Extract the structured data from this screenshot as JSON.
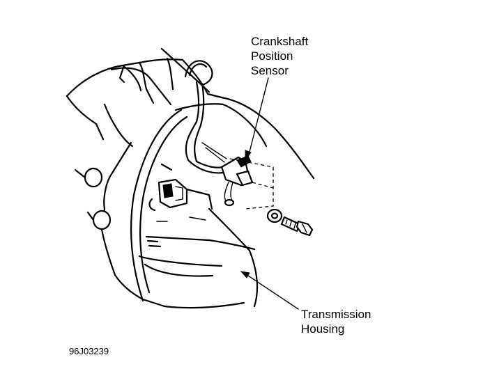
{
  "labels": {
    "crankshaft_line1": "Crankshaft",
    "crankshaft_line2": "Position",
    "crankshaft_line3": "Sensor",
    "transmission_line1": "Transmission",
    "transmission_line2": "Housing"
  },
  "figure_id": "96J03239"
}
